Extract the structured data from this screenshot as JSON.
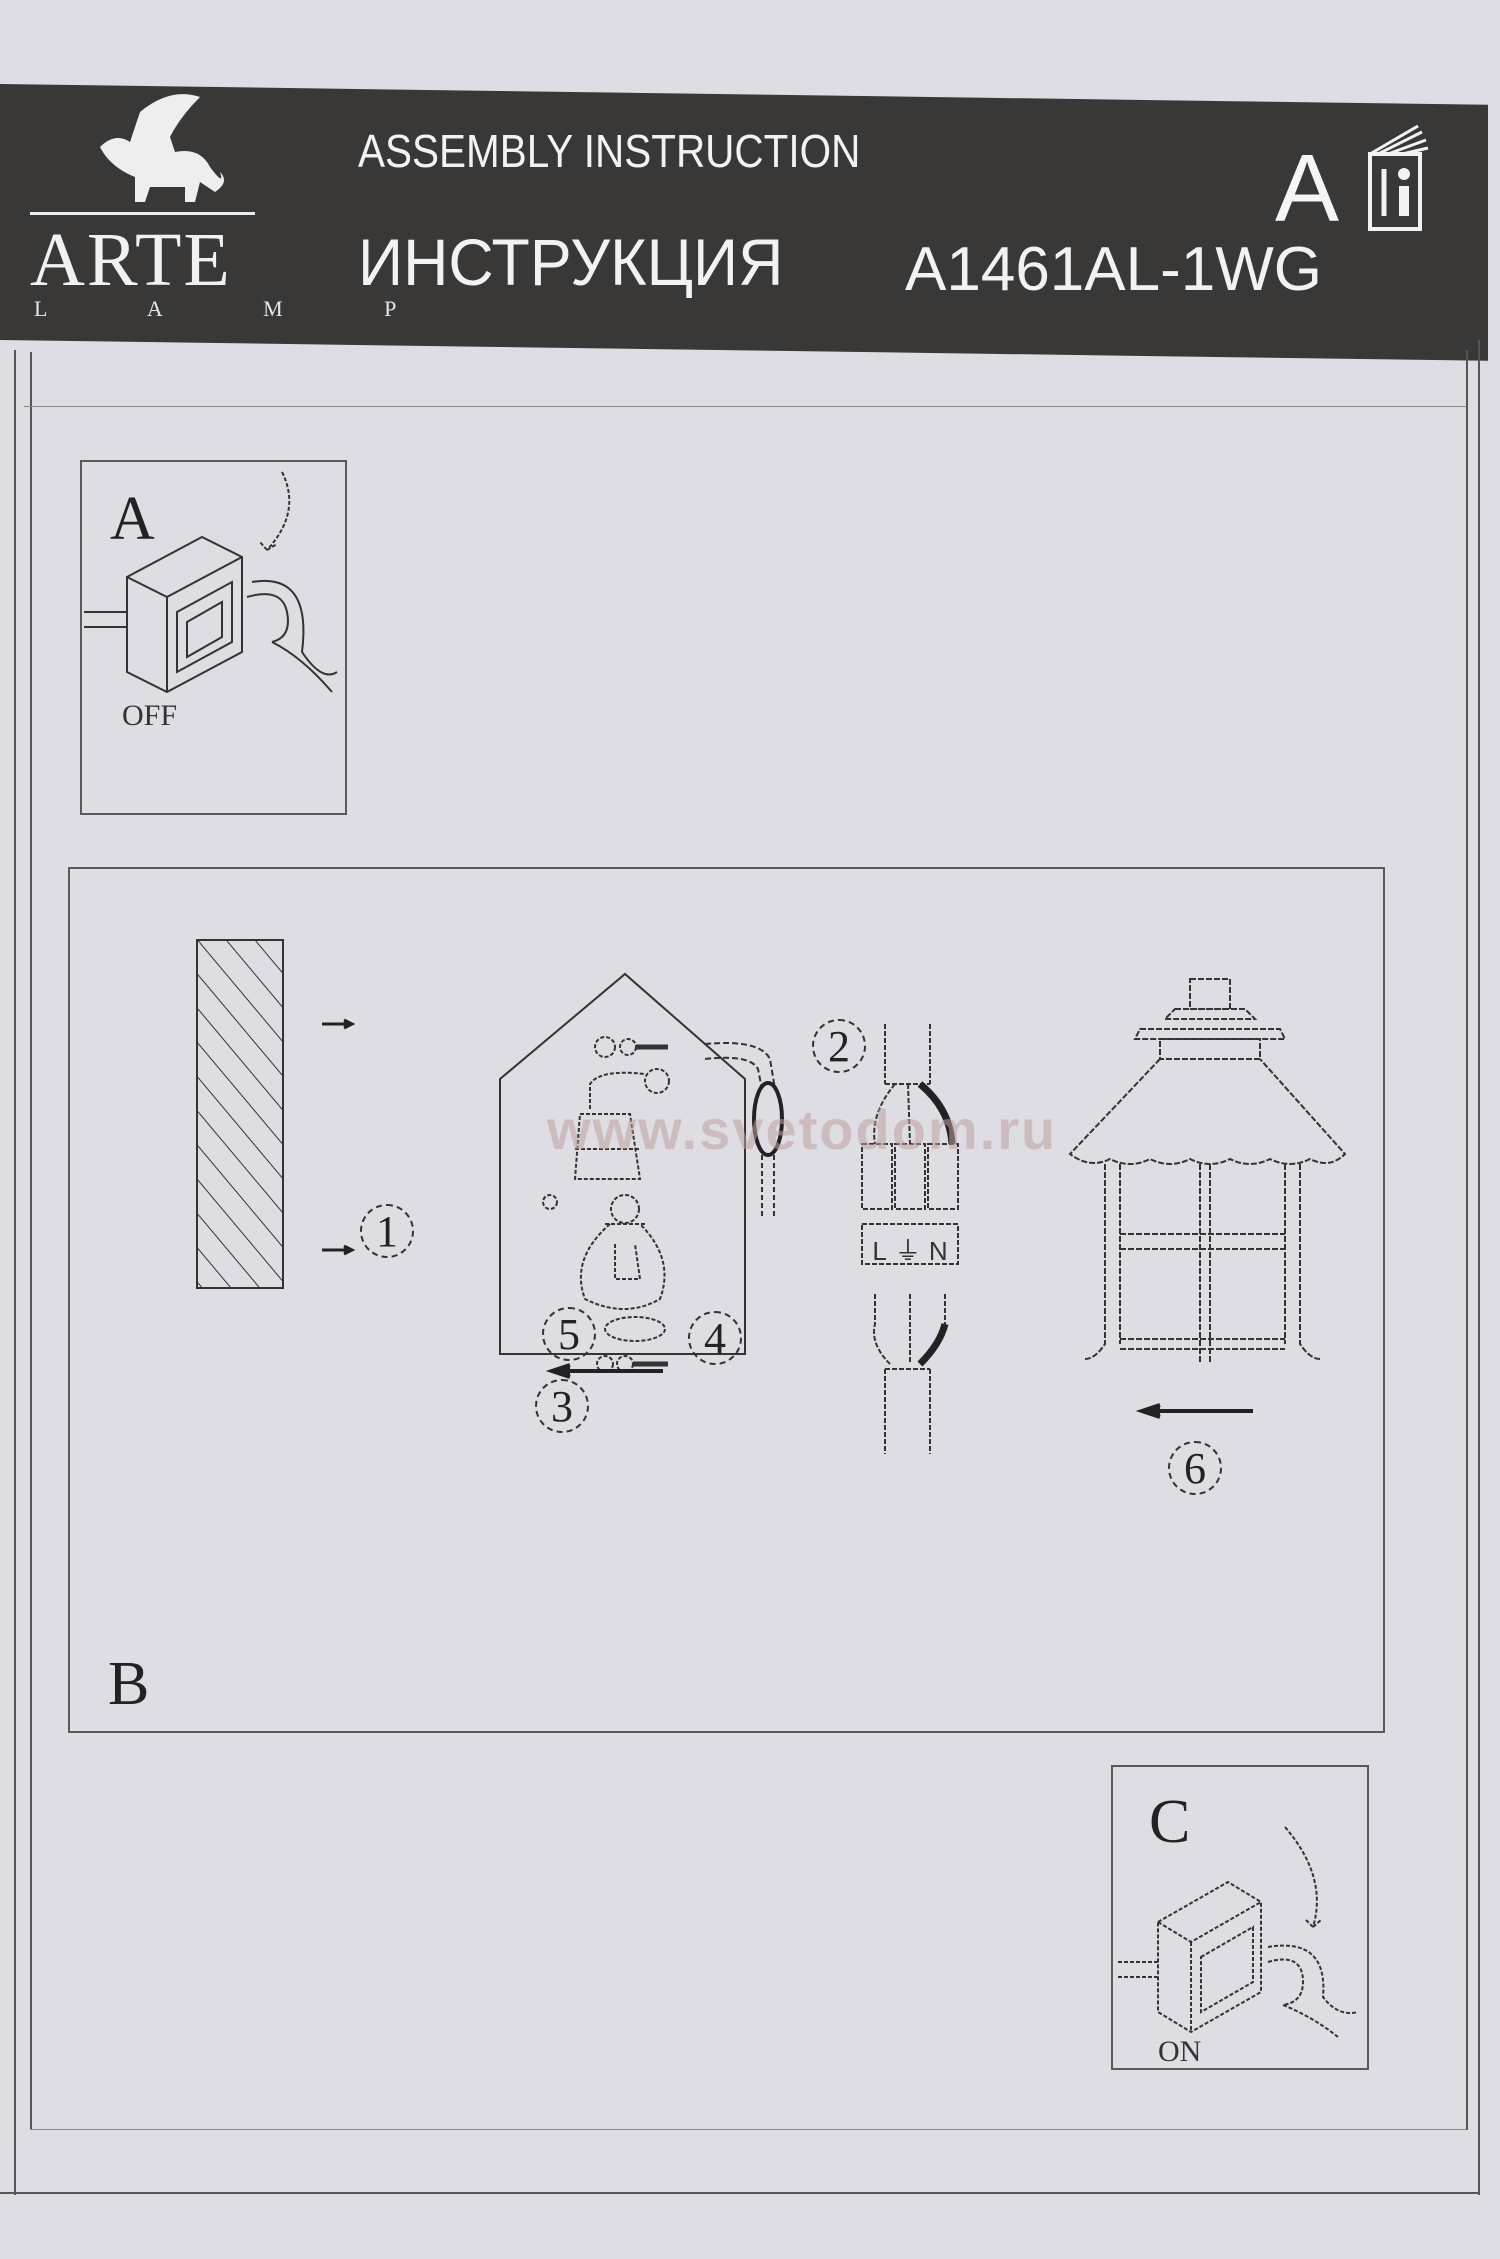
{
  "header": {
    "brand": {
      "name": "ARTE",
      "sub": "L A M P",
      "icon": "winged-lion-logo"
    },
    "title_en": "ASSEMBLY INSTRUCTION",
    "title_ru": "ИНСТРУКЦИЯ",
    "model": "A1461AL-1WG",
    "doc_letter": "A",
    "manual_icon": "instruction-book-icon"
  },
  "panels": {
    "a": {
      "letter": "A",
      "caption": "OFF",
      "icon": "switch-off-icon"
    },
    "b": {
      "letter": "B",
      "steps": [
        "1",
        "2",
        "3",
        "4",
        "5",
        "6"
      ],
      "terminal_labels": {
        "live": "L",
        "earth": "⏚",
        "neutral": "N"
      }
    },
    "c": {
      "letter": "C",
      "caption": "ON",
      "icon": "switch-on-icon"
    }
  },
  "watermark": "www.svetodom.ru",
  "colors": {
    "header_bg": "#3a3836",
    "page_bg": "#dddde3",
    "ink": "#333333"
  }
}
